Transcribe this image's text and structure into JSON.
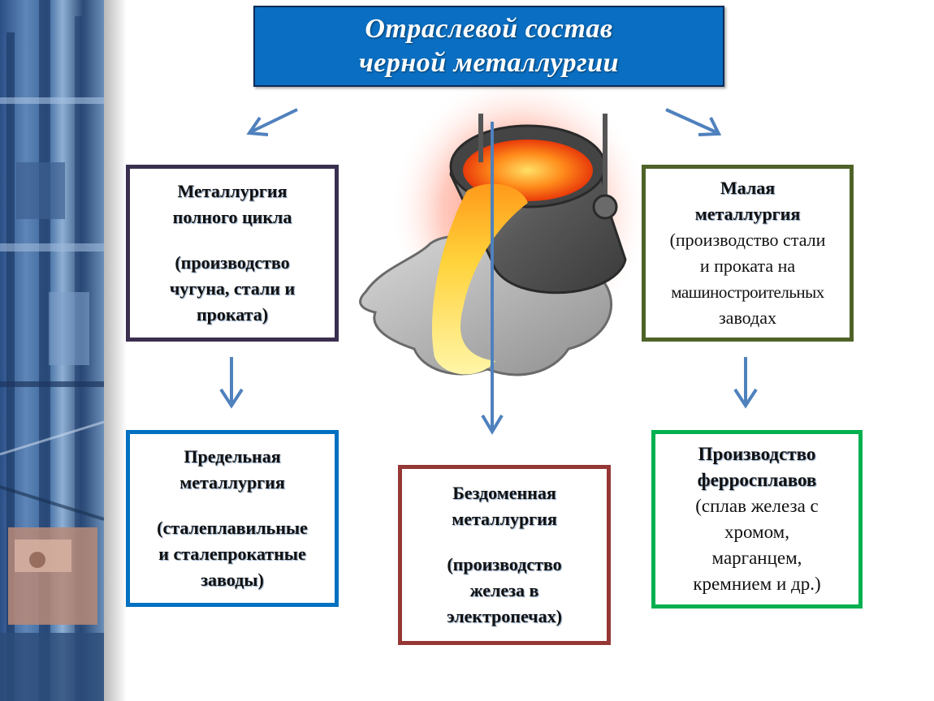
{
  "title": {
    "line1": "Отраслевой состав",
    "line2": "черной металлургии"
  },
  "boxes": {
    "full_cycle": {
      "title1": "Металлургия",
      "title2": "полного цикла",
      "desc1": "(производство",
      "desc2": "чугуна, стали и",
      "desc3": "проката)",
      "border_color": "#3a2f4f"
    },
    "small": {
      "title1": "Малая",
      "title2": "металлургия",
      "desc1": "(производство стали",
      "desc2": "и проката на",
      "desc3": "машиностроительных",
      "desc4": "заводах",
      "border_color": "#4f6228"
    },
    "marginal": {
      "title1": "Предельная",
      "title2": "металлургия",
      "desc1": "(сталеплавильные",
      "desc2": "и сталепрокатные",
      "desc3": "заводы)",
      "border_color": "#0070c0"
    },
    "blastless": {
      "title1": "Бездоменная",
      "title2": "металлургия",
      "desc1": "(производство",
      "desc2": "железа в",
      "desc3": "электропечах)",
      "border_color": "#953735"
    },
    "ferroalloys": {
      "title1": "Производство",
      "title2": "ферросплавов",
      "desc1": "(сплав железа с",
      "desc2": "хромом,",
      "desc3": "марганцем,",
      "desc4": "кремнием и др.)",
      "border_color": "#00b050"
    }
  },
  "colors": {
    "title_bg": "#0a6fc2",
    "arrow": "#4f81bd"
  },
  "icons": [
    "ladle-molten-metal-icon",
    "factory-photo-strip"
  ]
}
